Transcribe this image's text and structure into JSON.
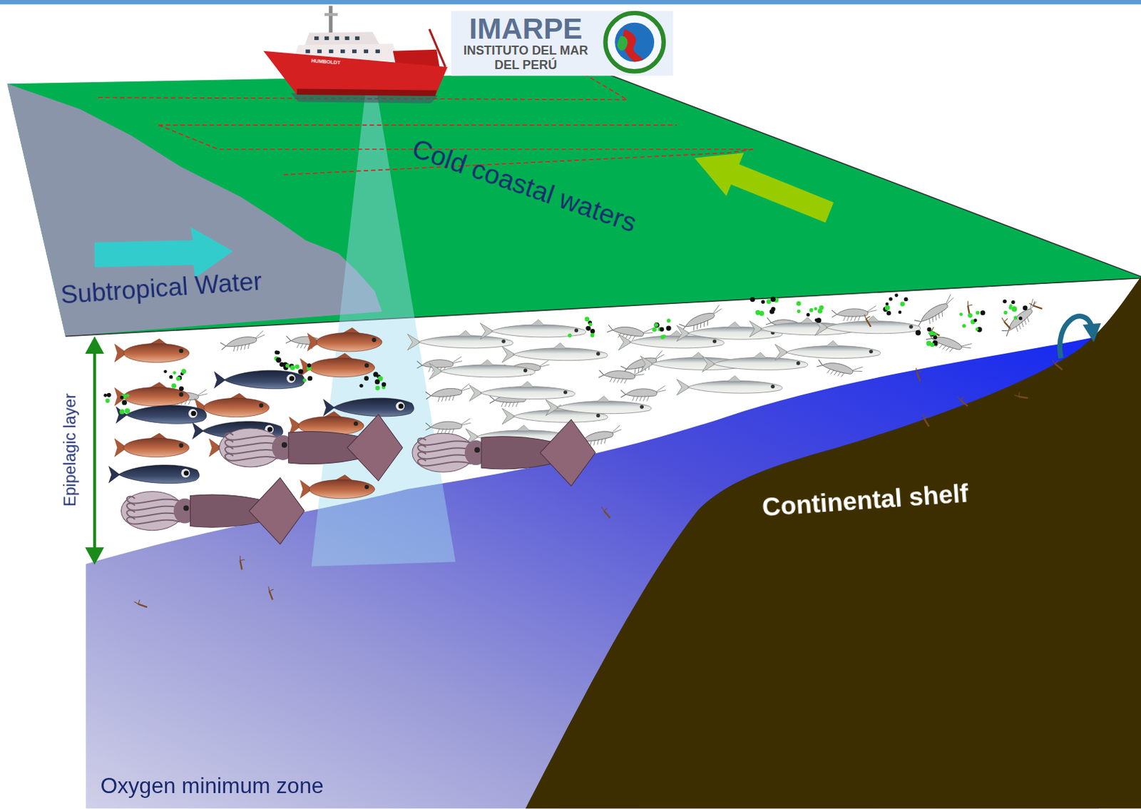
{
  "diagram": {
    "nodes": [
      {
        "text": [
          "IMARPE",
          "INSTITUTO DEL MAR DEL PERÚ"
        ]
      }
    ],
    "labels": [
      "HUMBOLDT",
      "Cold coastal waters",
      "Subtropical Water",
      "Epipelagic layer",
      "Continental shelf",
      "Oxygen minimum zone"
    ]
  }
}
